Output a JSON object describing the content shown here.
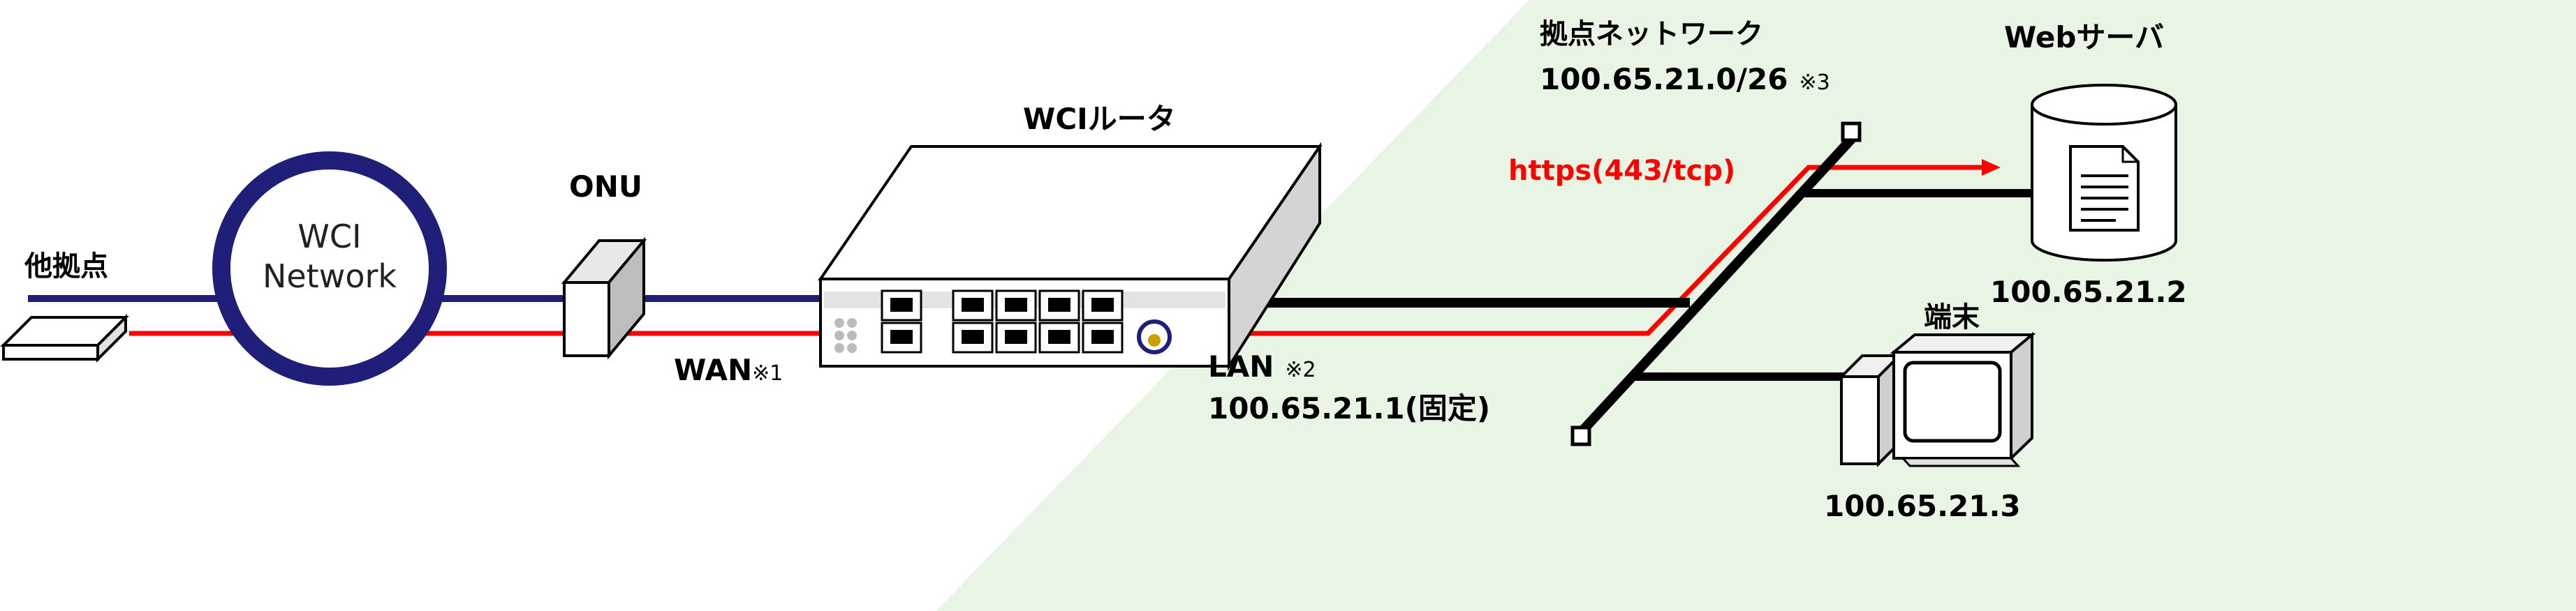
{
  "labels": {
    "other_site": "他拠点",
    "wci_network_line1": "WCI",
    "wci_network_line2": "Network",
    "onu": "ONU",
    "router": "WCIルータ",
    "wan": "WAN",
    "wan_note": "※1",
    "lan": "LAN",
    "lan_note": "※2",
    "lan_ip": "100.65.21.1(固定)",
    "site_network": "拠点ネットワーク",
    "site_subnet": "100.65.21.0/26",
    "site_note": "※3",
    "https": "https(443/tcp)",
    "web_server": "Webサーバ",
    "web_server_ip": "100.65.21.2",
    "terminal": "端末",
    "terminal_ip": "100.65.21.3"
  },
  "colors": {
    "wan_line": "#1f1f7a",
    "traffic_line": "#ff0000",
    "lan_line": "#000000",
    "site_area": "#e9f5e4",
    "cloud_ring": "#1f1f7a"
  },
  "icons": {
    "other_site": "device-box-icon",
    "onu": "onu-device-icon",
    "router": "router-icon",
    "web_server": "database-server-icon",
    "terminal": "computer-terminal-icon"
  }
}
